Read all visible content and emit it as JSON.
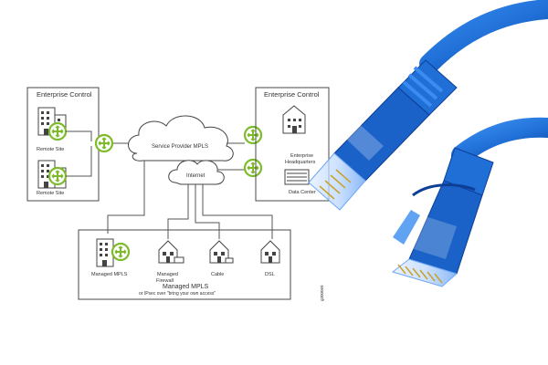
{
  "diagram": {
    "left_box_title": "Enterprise Control",
    "right_box_title": "Enterprise Control",
    "remote_site_1": "Remote Site",
    "remote_site_2": "Remote Site",
    "provider_cloud": "Service Provider MPLS",
    "internet_cloud": "Internet",
    "hq_label_line1": "Enterprise",
    "hq_label_line2": "Headquarters",
    "data_center": "Data Center",
    "bottom_sites": [
      {
        "line1": "Managed MPLS",
        "line2": ""
      },
      {
        "line1": "Managed",
        "line2": "Firewall"
      },
      {
        "line1": "Cable",
        "line2": ""
      },
      {
        "line1": "DSL",
        "line2": ""
      }
    ],
    "bottom_title": "Managed MPLS",
    "bottom_subtitle": "or IPsec over \"bring your own access\"",
    "figure_code": "g300069"
  },
  "colors": {
    "router_green": "#7dbb2b",
    "cable_blue": "#1f6fd6",
    "cable_dark": "#0d3f96",
    "line_gray": "#555555"
  },
  "icons": [
    "office-building-icon",
    "router-icon",
    "house-icon",
    "cloud-icon",
    "ethernet-cable-image"
  ]
}
